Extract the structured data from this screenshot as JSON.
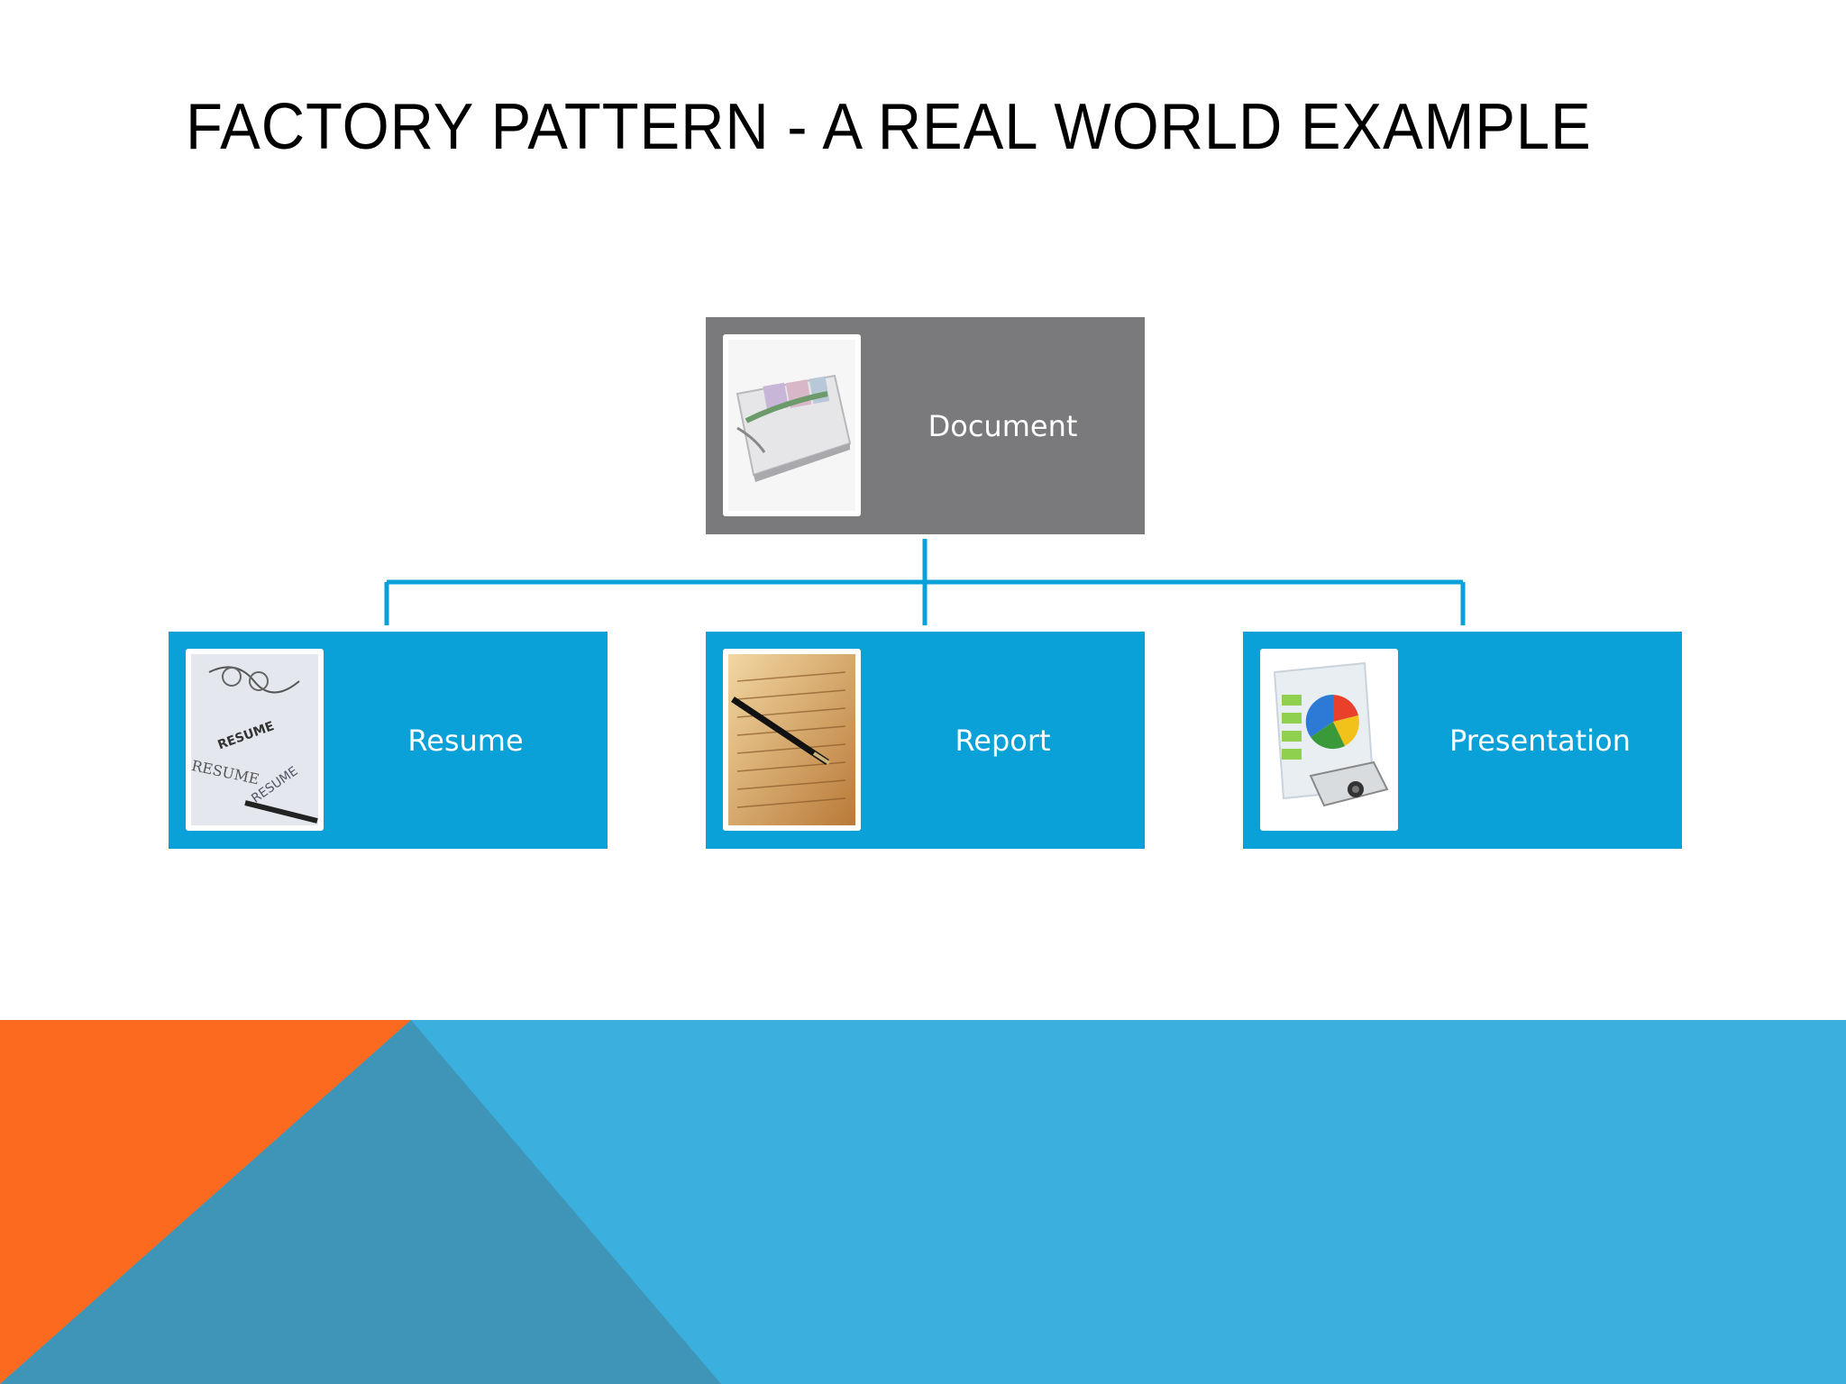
{
  "title": "FACTORY PATTERN - A REAL WORLD EXAMPLE",
  "diagram": {
    "root": {
      "label": "Document",
      "icon": "document-thumbnail"
    },
    "children": [
      {
        "label": "Resume",
        "icon": "resume-thumbnail"
      },
      {
        "label": "Report",
        "icon": "report-thumbnail"
      },
      {
        "label": "Presentation",
        "icon": "presentation-thumbnail"
      }
    ]
  },
  "colors": {
    "root_box": "#7a7a7c",
    "child_box": "#0aa0d8",
    "connector": "#0aa0d8",
    "footer_blue": "#3bb0de",
    "footer_teal": "#3e95b8",
    "footer_orange": "#fb6a1e"
  }
}
